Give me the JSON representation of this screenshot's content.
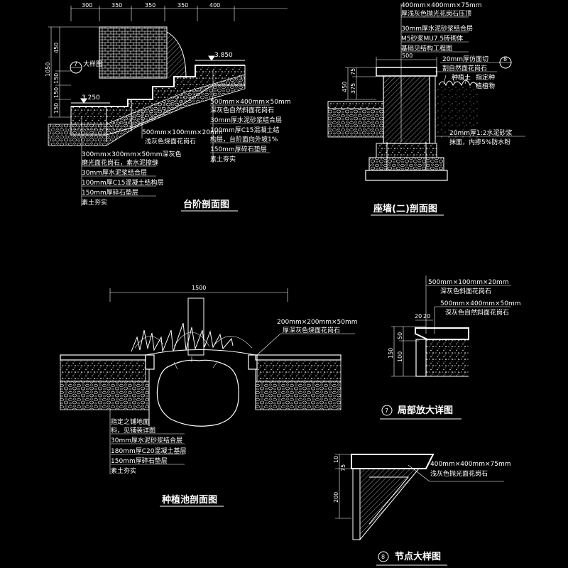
{
  "sections": {
    "step": {
      "title": "台阶剖面图",
      "dims_top": [
        "300",
        "350",
        "350",
        "350",
        "400"
      ],
      "dims_left": [
        "1050",
        "450",
        "150",
        "150",
        "150"
      ],
      "elev_upper": "3.850",
      "elev_lower": "3.250",
      "callout_number": "7",
      "callout_text": "大样图",
      "notes_right": [
        "500mm×400mm×50mm",
        "深灰色自然斜面花岗石",
        "30mm厚水泥砂浆结合层",
        "100mm厚C15混凝土结",
        "构层，台阶面向外坡1%",
        "150mm厚碎石垫层",
        "素土夯实"
      ],
      "notes_mid": [
        "500mm×100mm×20mm",
        "浅灰色烧面花岗石"
      ],
      "notes_bottom": [
        "300mm×300mm×50mm深灰色",
        "磨光面花岗石，素水泥擦缝",
        "30mm厚水泥浆结合层",
        "100mm厚C15混凝土结构层",
        "150mm厚碎石垫层",
        "素土夯实"
      ]
    },
    "wall": {
      "title": "座墙(二)剖面图",
      "notes_top": [
        "400mm×400mm×75mm",
        "厚浅灰色抛光花岗石压顶",
        "30mm厚水泥砂浆结合层",
        "M5砂浆MU7.5砖砌体",
        "基础见结构工程图"
      ],
      "dim_500": "500",
      "dims_left": [
        "75",
        "450",
        "375"
      ],
      "notes_right": [
        "20mm厚仿面切",
        "割自然面花岗石",
        "种植土",
        "指定种",
        "植植物"
      ],
      "callout_number": "8",
      "notes_bottom": [
        "20mm厚1:2水泥砂浆",
        "抹面，内掺5%防水粉"
      ]
    },
    "planter": {
      "title": "种植池剖面图",
      "dim_top": "1500",
      "note_right": [
        "200mm×200mm×50mm",
        "厚深灰色烧面花岗石"
      ],
      "notes_bottom": [
        "指定之铺地面",
        "料，见铺装详图",
        "30mm厚水泥砂浆结合层",
        "180mm厚C20混凝土基层",
        "150mm厚碎石垫层",
        "素土夯实"
      ]
    },
    "detail7": {
      "title": "局部放大详图",
      "number": "7",
      "notes": [
        "500mm×100mm×20mm",
        "深灰色斜面花岗石",
        "500mm×400mm×50mm",
        "深灰色自然斜面花岗石"
      ],
      "dims_top": [
        "20",
        "20"
      ],
      "dims_left": [
        "150",
        "50",
        "100"
      ]
    },
    "detail8": {
      "title": "节点大样图",
      "number": "8",
      "notes": [
        "400mm×400mm×75mm",
        "浅灰色抛光面花岗石"
      ],
      "dims_left": [
        "10",
        "75",
        "200"
      ]
    }
  }
}
